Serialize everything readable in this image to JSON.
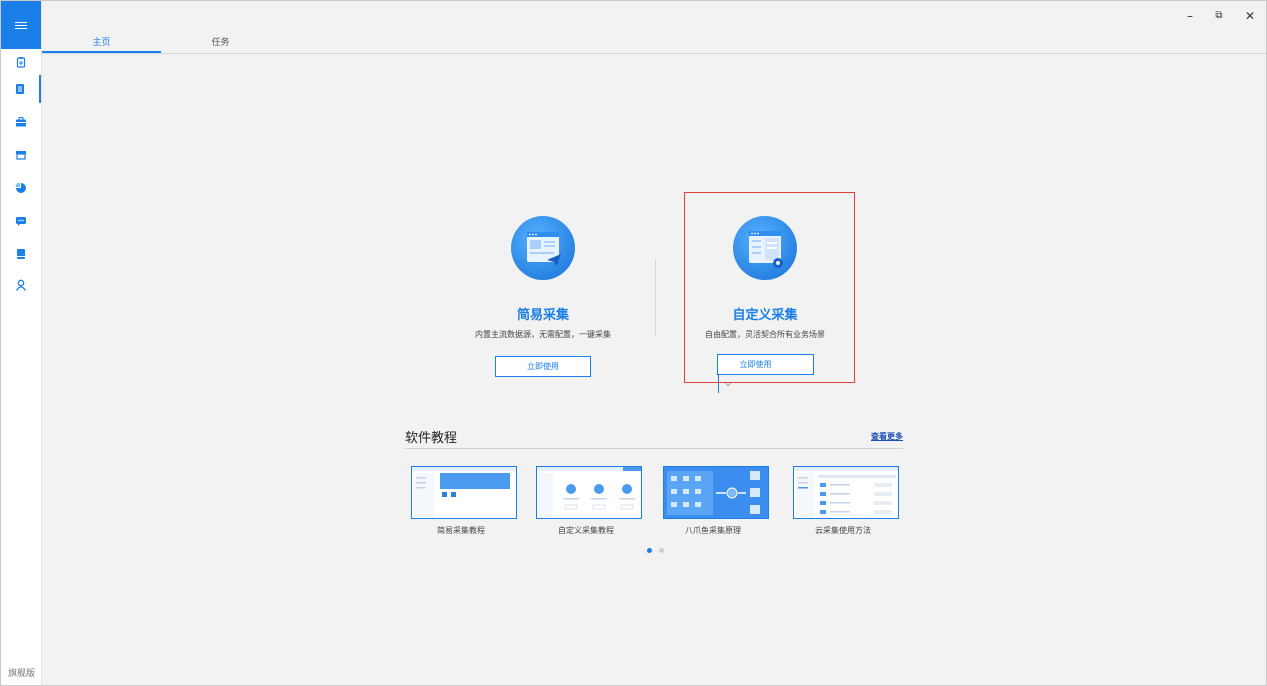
{
  "sidebar": {
    "menu_icon": "hamburger-icon",
    "items": [
      {
        "icon": "clipboard-icon"
      },
      {
        "icon": "document-icon"
      },
      {
        "icon": "briefcase-icon"
      },
      {
        "icon": "store-icon"
      },
      {
        "icon": "pie-chart-icon"
      },
      {
        "icon": "chat-icon"
      },
      {
        "icon": "book-icon"
      },
      {
        "icon": "user-icon"
      }
    ],
    "edition": "旗舰版"
  },
  "tabs": [
    {
      "label": "主页",
      "active": true
    },
    {
      "label": "任务",
      "active": false
    }
  ],
  "window_controls": {
    "minimize": "–",
    "restore": "⧉",
    "close": "✕"
  },
  "simple": {
    "title": "简易采集",
    "desc": "内置主流数据源，无需配置，一键采集",
    "button": "立即使用"
  },
  "custom": {
    "title": "自定义采集",
    "desc": "自由配置，灵活契合所有业务场景",
    "button": "立即使用",
    "dropdown": "⌵"
  },
  "tutorials": {
    "title": "软件教程",
    "more": "查看更多",
    "items": [
      {
        "label": "简易采集教程"
      },
      {
        "label": "自定义采集教程"
      },
      {
        "label": "八爪鱼采集原理"
      },
      {
        "label": "云采集使用方法"
      }
    ]
  },
  "colors": {
    "accent": "#1a7fe8",
    "highlight": "#e0403a"
  }
}
